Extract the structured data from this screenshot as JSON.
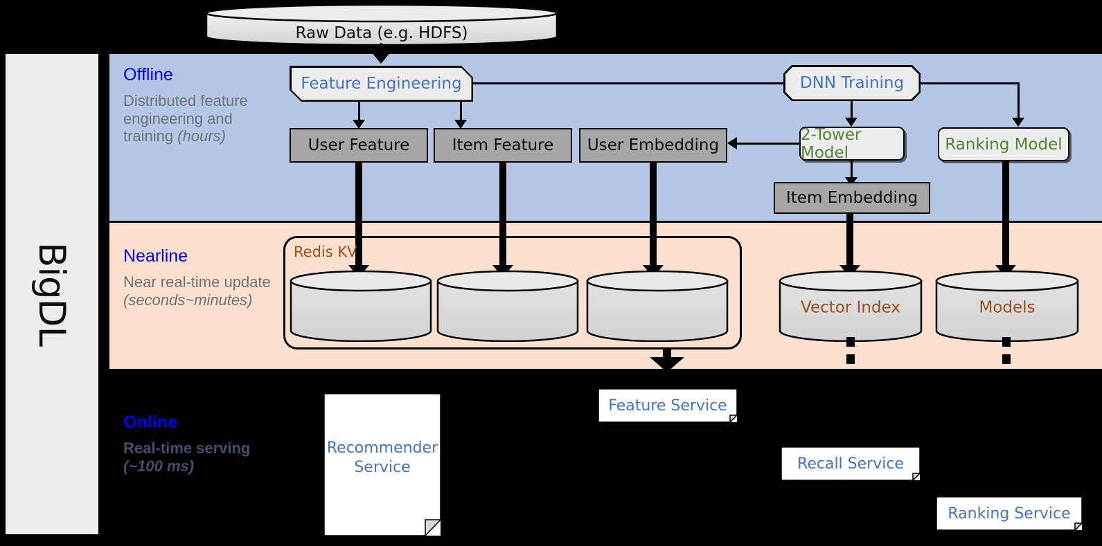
{
  "sidebar": {
    "label": "BigDL"
  },
  "bands": {
    "offline": {
      "title": "Offline",
      "desc": "Distributed feature engineering and training ",
      "desc_italic": "(hours)",
      "bg": "#b4c7e7",
      "title_color": "#0000ff"
    },
    "nearline": {
      "title": "Nearline",
      "desc": "Near real-time update ",
      "desc_italic": "(seconds~minutes)",
      "bg": "#fbe0ce",
      "title_color": "#0000ff"
    },
    "online": {
      "title": "Online",
      "desc": "Real-time serving ",
      "desc_italic": "(~100 ms)",
      "bg": "#000000",
      "title_color": "#0000ff"
    }
  },
  "nodes": {
    "raw_data": "Raw Data (e.g. HDFS)",
    "feature_engineering": "Feature Engineering",
    "dnn_training": "DNN Training",
    "user_feature": "User Feature",
    "item_feature": "Item Feature",
    "user_embedding": "User Embedding",
    "two_tower_model": "2-Tower Model",
    "ranking_model": "Ranking Model",
    "item_embedding": "Item Embedding",
    "redis_kv": "Redis KV",
    "vector_index": "Vector Index",
    "models": "Models",
    "recommender_service": "Recommender Service",
    "feature_service": "Feature Service",
    "recall_service": "Recall Service",
    "ranking_service": "Ranking Service"
  },
  "colors": {
    "offline_band": "#b4c7e7",
    "nearline_band": "#fbe0ce",
    "online_band": "#000000",
    "sidebar": "#ededed",
    "gray_box_fill": "#a6a6a6",
    "light_box_fill": "#ededed",
    "blue_text": "#4472c4",
    "green_text": "#548235",
    "brown_text": "#9c4f1b",
    "title_blue": "#0000ff",
    "desc_gray": "#6f7278",
    "stroke": "#000000"
  }
}
